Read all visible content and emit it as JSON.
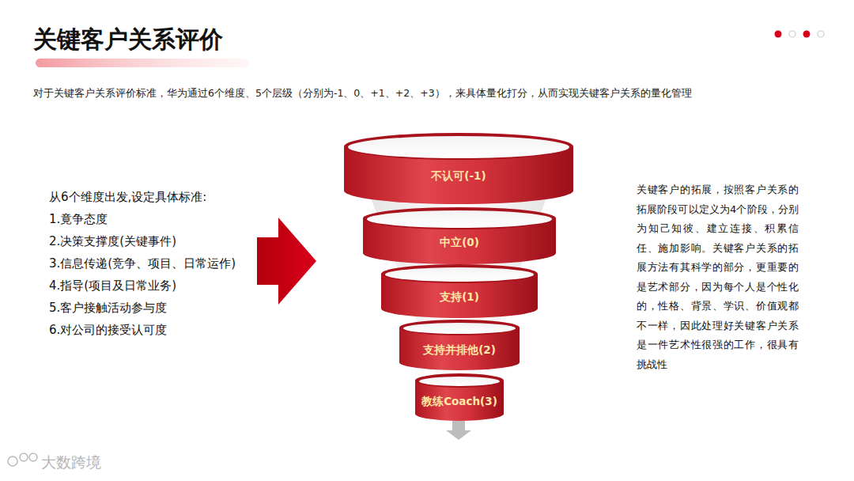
{
  "diagram": {
    "title": "关键客户关系评价",
    "nodes": [
      {
        "text": [
          "不认可(-1)"
        ]
      },
      {
        "text": [
          "中立(0)"
        ]
      },
      {
        "text": [
          "支持(1)"
        ]
      },
      {
        "text": [
          "支持并排他(2)"
        ]
      },
      {
        "text": [
          "教练Coach(3)"
        ]
      }
    ],
    "edges": [],
    "labels": [
      "对于关键客户关系评价标准，华为通过6个维度、5个层级（分别为-1、0、+1、+2、+3），来具体量化打分，从而实现关键客户关系的量化管理",
      "从6个维度出发,设定具体标准:",
      "1.竟争态度",
      "2.决策支撑度(关键事件)",
      "3.信息传递(竞争、项目、日常运作)",
      "4.指导(项目及日常业务)",
      "5.客户接触活动参与度",
      "6.对公司的接受认可度",
      "关键客户的拓展，按照客户关系的拓展阶段可以定义为4个阶段，分别为知己知彼、建立连接、积累信任、施加影响。关键客户关系的拓展方法有其科学的部分，更重要的是艺术部分，因为每个人是个性化的，性格、背景、学识、价值观都不一样，因此处理好关键客户关系是一件艺术性很强的工作，很具有挑战性",
      "大数跨境"
    ]
  }
}
